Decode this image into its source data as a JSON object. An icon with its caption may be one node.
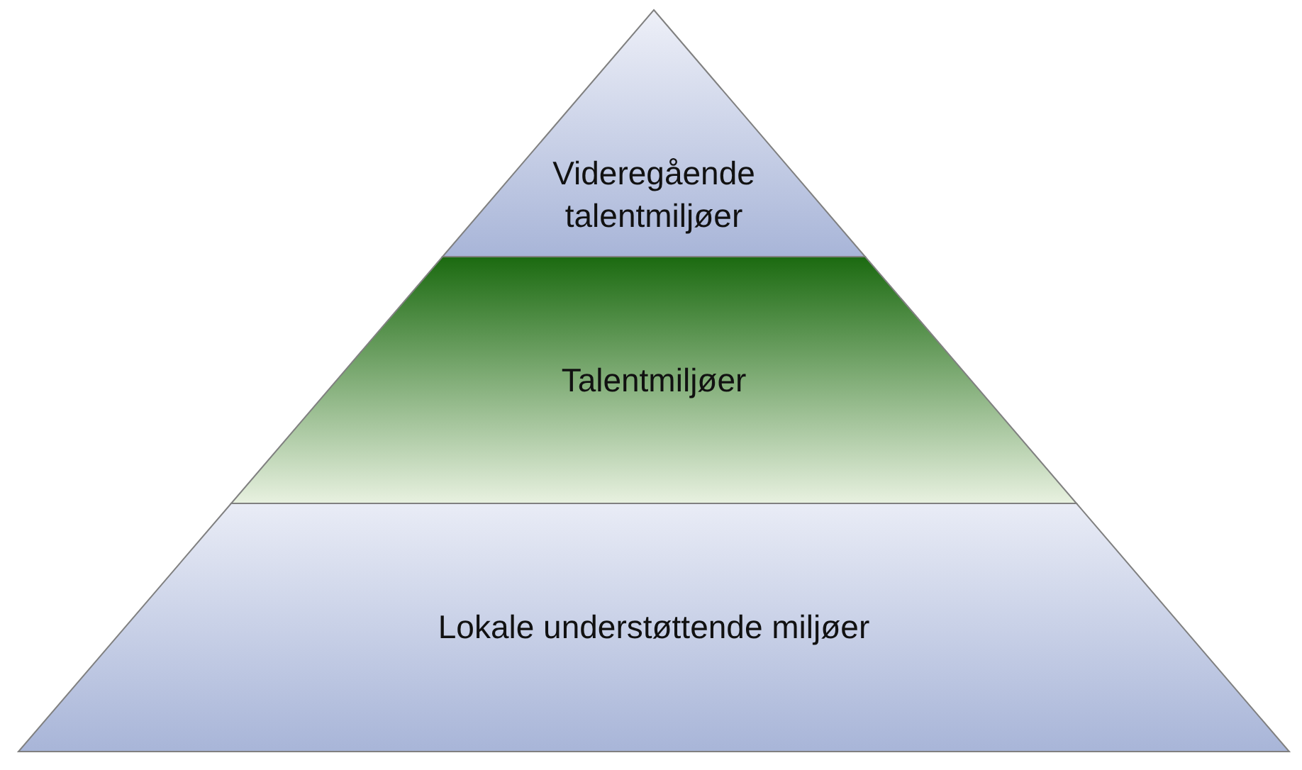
{
  "diagram": {
    "nodes": [
      {
        "text": [
          "Videregående talentmiljøer"
        ]
      },
      {
        "text": [
          "Talentmiljøer"
        ]
      },
      {
        "text": [
          "Lokale understøttende miljøer"
        ]
      }
    ]
  }
}
